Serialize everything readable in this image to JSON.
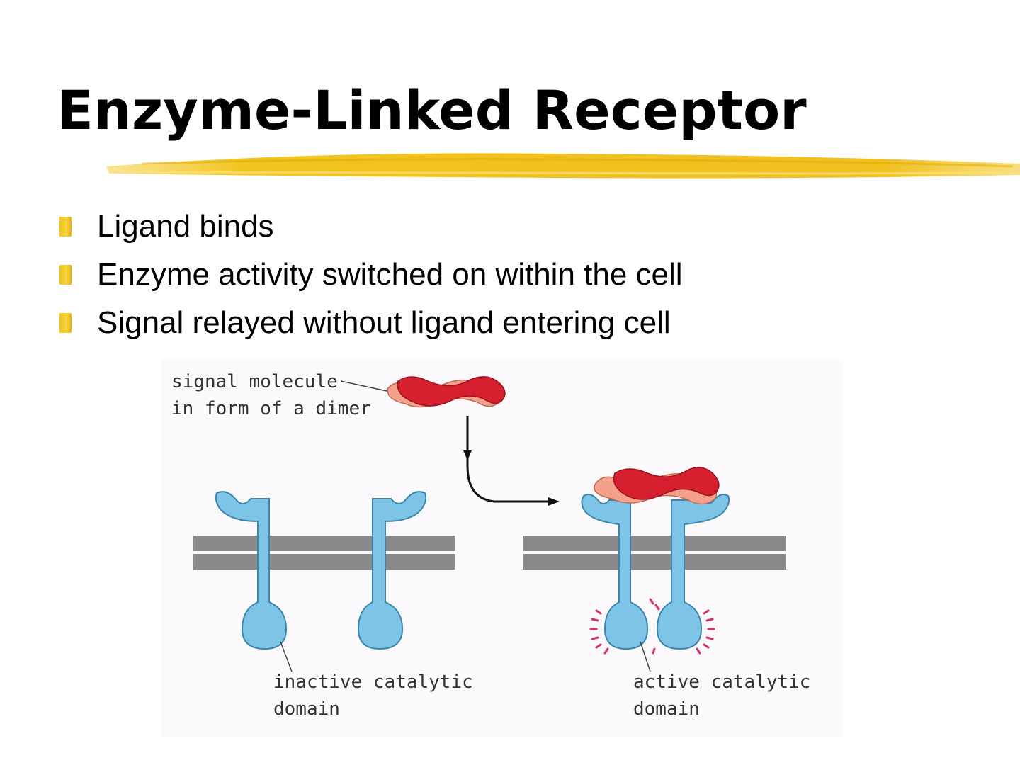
{
  "slide": {
    "title": "Enzyme-Linked Receptor",
    "bullets": [
      "Ligand binds",
      "Enzyme activity switched on within the cell",
      "Signal relayed without ligand entering cell"
    ]
  },
  "figure": {
    "labels": {
      "signal_line1": "signal molecule",
      "signal_line2": "in form of a dimer",
      "inactive_line1": "inactive catalytic",
      "inactive_line2": "domain",
      "active_line1": "active catalytic",
      "active_line2": "domain"
    }
  },
  "colors": {
    "accent_yellow": "#f2c41e",
    "receptor_blue": "#7ec4e6",
    "membrane_gray": "#8a8a8a",
    "ligand_red": "#d6202f",
    "ligand_pink": "#f4a08a",
    "activity_marks": "#d8306a"
  }
}
